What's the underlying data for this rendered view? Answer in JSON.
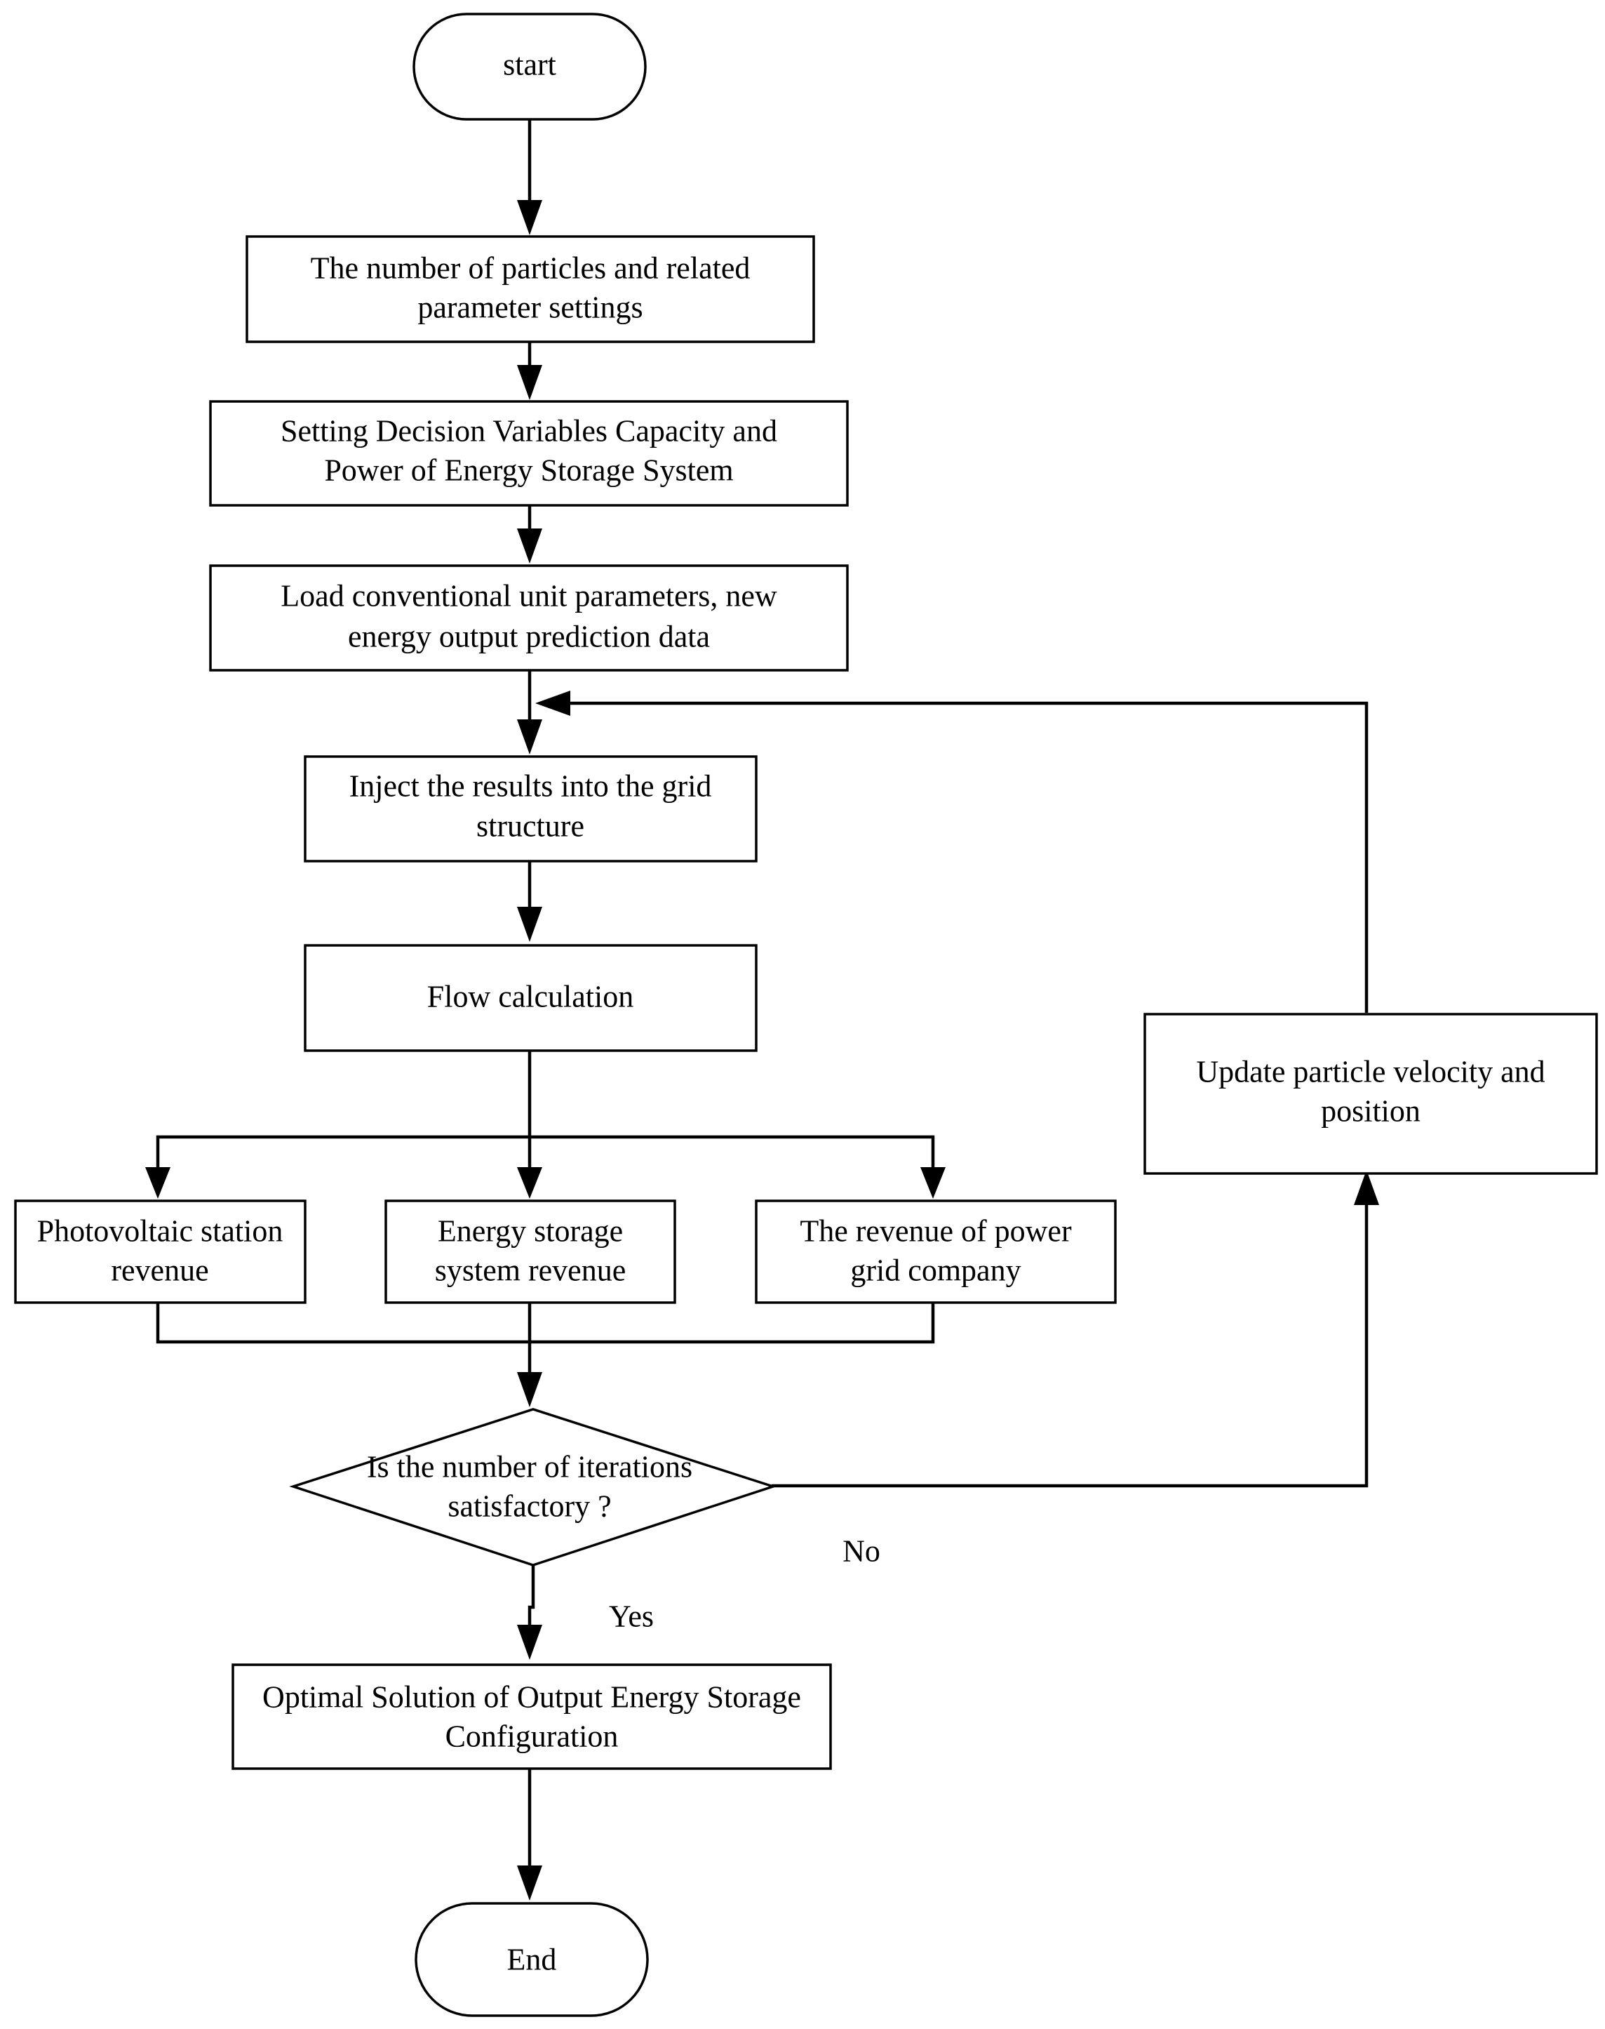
{
  "flowchart": {
    "start": {
      "text": "start"
    },
    "set_particles": {
      "line1": "The number of particles and related",
      "line2": "parameter settings"
    },
    "set_decision_vars": {
      "line1": "Setting Decision Variables Capacity and",
      "line2": "Power of Energy Storage System"
    },
    "load_params": {
      "line1": "Load conventional unit parameters, new",
      "line2": "energy output prediction data"
    },
    "inject_results": {
      "line1": "Inject the results into the grid",
      "line2": "structure"
    },
    "flow_calc": {
      "text": "Flow calculation"
    },
    "pv_revenue": {
      "line1": "Photovoltaic station",
      "line2": "revenue"
    },
    "ess_revenue": {
      "line1": "Energy storage",
      "line2": "system revenue"
    },
    "grid_revenue": {
      "line1": "The revenue of power",
      "line2": "grid company"
    },
    "decision": {
      "line1": "Is the number of iterations",
      "line2": "satisfactory ?"
    },
    "label_no": "No",
    "label_yes": "Yes",
    "update_particles": {
      "line1": "Update particle velocity and",
      "line2": "position"
    },
    "optimal_solution": {
      "line1": "Optimal Solution of Output Energy Storage",
      "line2": "Configuration"
    },
    "end": {
      "text": "End"
    }
  }
}
